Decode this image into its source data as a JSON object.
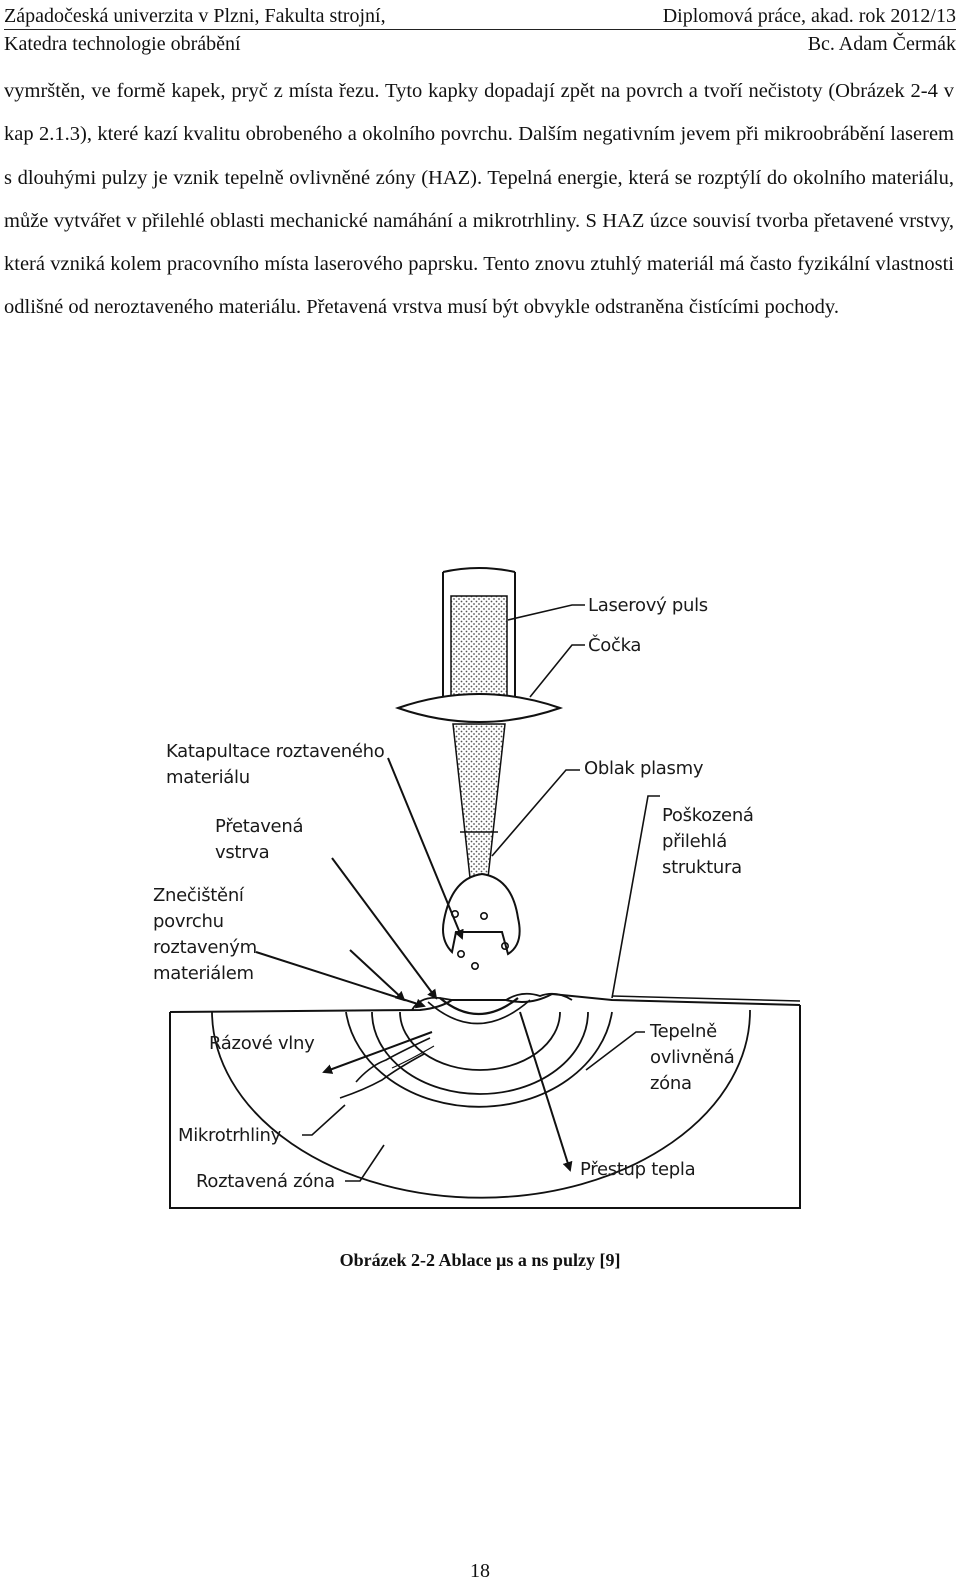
{
  "header": {
    "university": "Západočeská univerzita v Plzni, Fakulta strojní,",
    "thesis": "Diplomová práce, akad. rok 2012/13",
    "department": "Katedra technologie obrábění",
    "author": "Bc. Adam Čermák"
  },
  "body": {
    "paragraph": "vymrštěn, ve formě kapek, pryč z místa řezu. Tyto kapky dopadají zpět na povrch a tvoří nečistoty (Obrázek 2-4 v kap 2.1.3), které kazí kvalitu obrobeného a okolního povrchu. Dalším negativním jevem při mikroobrábění laserem s dlouhými pulzy je vznik tepelně ovlivněné zóny (HAZ). Tepelná energie, která se rozptýlí do okolního materiálu, může vytvářet v přilehlé oblasti mechanické namáhání a mikrotrhliny. S HAZ úzce souvisí tvorba přetavené vrstvy, která vzniká kolem pracovního místa laserového paprsku. Tento znovu ztuhlý materiál má často fyzikální vlastnosti odlišné od neroztaveného materiálu. Přetavená vrstva musí být obvykle odstraněna čistícími pochody."
  },
  "figure": {
    "labels": {
      "laser_pulse": "Laserový puls",
      "lens": "Čočka",
      "catapult_1": "Katapultace roztaveného",
      "catapult_2": "materiálu",
      "plasma_cloud": "Oblak plasmy",
      "remelted_1": "Přetavená",
      "remelted_2": "vstrva",
      "damaged_1": "Poškozená",
      "damaged_2": "přilehlá",
      "damaged_3": "struktura",
      "contam_1": "Znečištění",
      "contam_2": "povrchu",
      "contam_3": "roztaveným",
      "contam_4": "materiálem",
      "shock_waves": "Rázové vlny",
      "haz_1": "Tepelně",
      "haz_2": "ovlivněná",
      "haz_3": "zóna",
      "microcracks": "Mikrotrhliny",
      "molten_zone": "Roztavená zóna",
      "heat_transfer": "Přestup tepla"
    },
    "caption": "Obrázek 2-2 Ablace µs a ns pulzy [9]"
  },
  "page_number": "18"
}
